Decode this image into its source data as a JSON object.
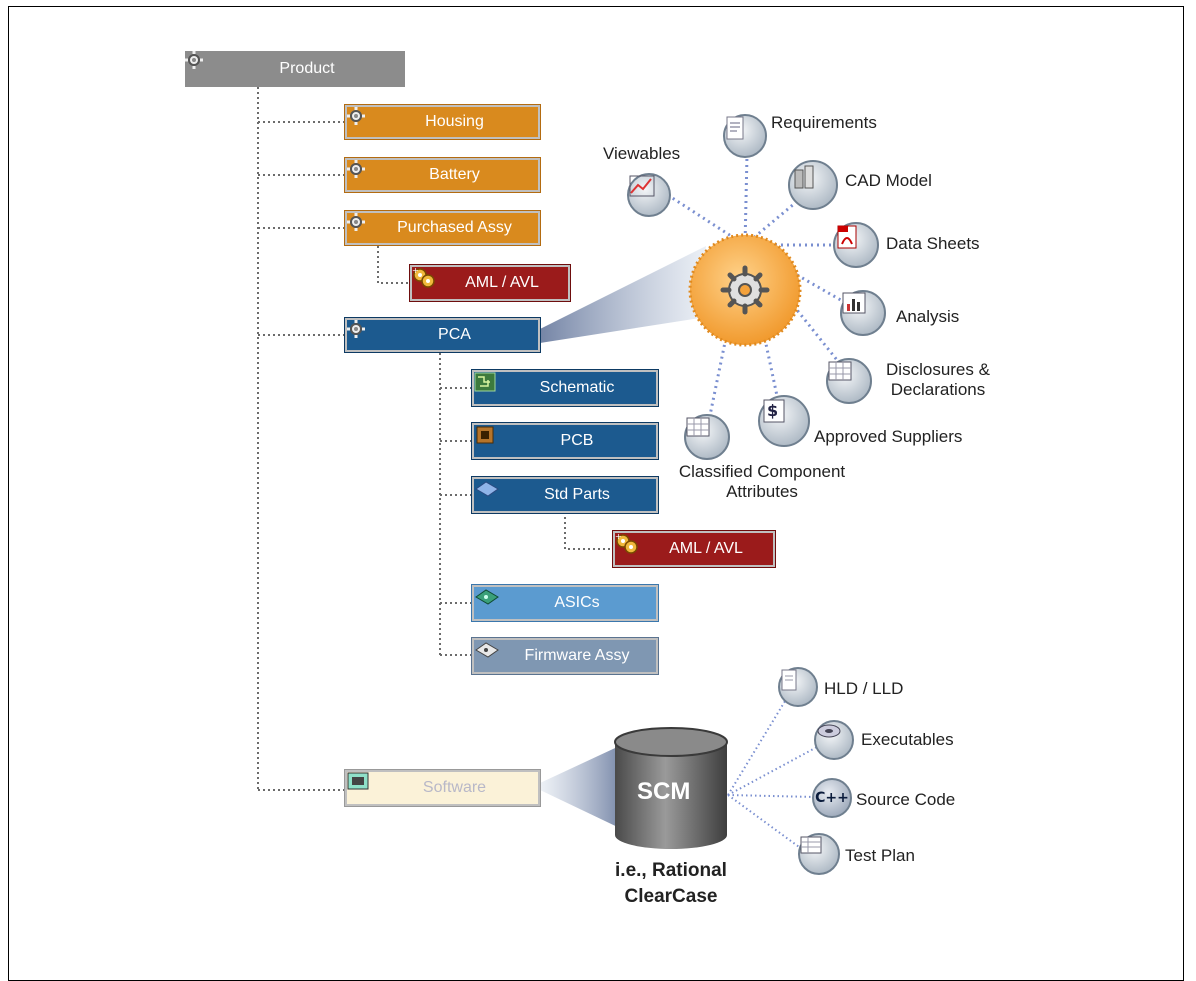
{
  "tree": {
    "product": "Product",
    "housing": "Housing",
    "battery": "Battery",
    "purchased_assy": "Purchased Assy",
    "aml_avl_1": "AML / AVL",
    "pca": "PCA",
    "schematic": "Schematic",
    "pcb": "PCB",
    "std_parts": "Std Parts",
    "aml_avl_2": "AML / AVL",
    "asics": "ASICs",
    "firmware_assy": "Firmware Assy",
    "software": "Software"
  },
  "pca_artifacts": {
    "viewables": "Viewables",
    "requirements": "Requirements",
    "cad_model": "CAD Model",
    "data_sheets": "Data Sheets",
    "analysis": "Analysis",
    "disclosures_1": "Disclosures &",
    "disclosures_2": "Declarations",
    "approved_suppliers": "Approved Suppliers",
    "classified_1": "Classified Component",
    "classified_2": "Attributes"
  },
  "scm": {
    "label": "SCM",
    "caption_1": "i.e., Rational",
    "caption_2": "ClearCase",
    "items": {
      "hld_lld": "HLD / LLD",
      "executables": "Executables",
      "source_code": "Source Code",
      "source_code_icon_text": "C++",
      "test_plan": "Test Plan"
    }
  },
  "colors": {
    "product": "#8c8c8c",
    "orange": "#d98a1e",
    "red": "#9b1b1b",
    "blue": "#1c5a8f",
    "light_blue": "#5b9bd0",
    "slate": "#7f97b2",
    "cream": "#fbf2d8",
    "hub": "#f3a643",
    "connector": "#7a8fd0"
  }
}
